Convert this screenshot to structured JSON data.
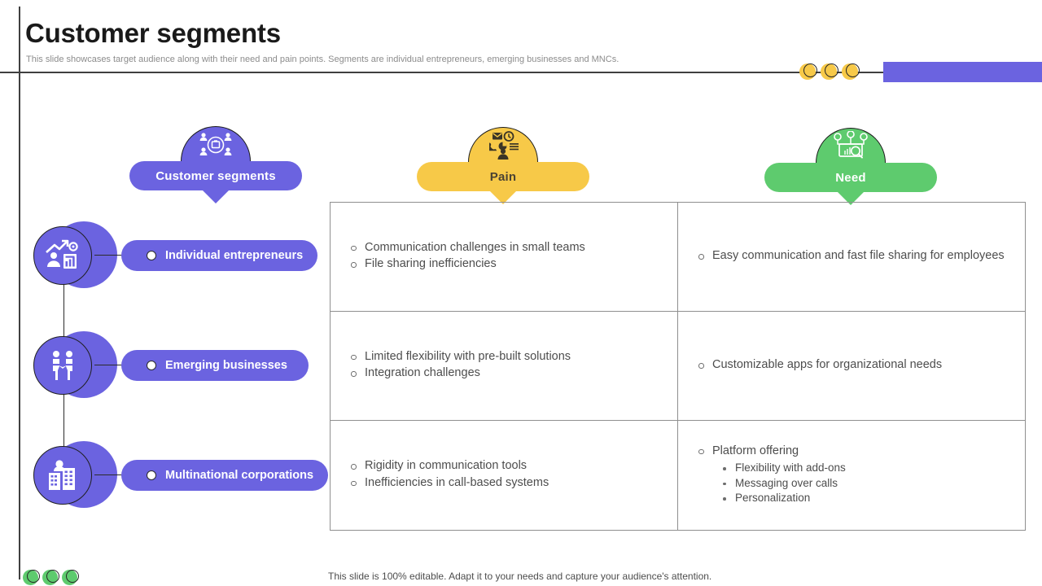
{
  "header": {
    "title": "Customer segments",
    "subtitle": "This slide showcases target audience along with their need and pain points. Segments are individual entrepreneurs, emerging businesses and MNCs.",
    "decorative_dots": [
      "dot-1",
      "dot-2",
      "dot-3"
    ],
    "accent_bar_color": "#6b63e0"
  },
  "columns": {
    "segments": {
      "label": "Customer segments",
      "color": "#6b63e0",
      "icon": "people-network-icon"
    },
    "pain": {
      "label": "Pain",
      "color": "#f7c948",
      "icon": "communication-problems-icon"
    },
    "need": {
      "label": "Need",
      "color": "#5ecb6e",
      "icon": "dashboard-search-icon"
    }
  },
  "segments": [
    {
      "label": "Individual entrepreneurs",
      "icon": "growth-chart-person-icon"
    },
    {
      "label": "Emerging businesses",
      "icon": "handshake-icon"
    },
    {
      "label": "Multinational corporations",
      "icon": "corporate-buildings-icon"
    }
  ],
  "matrix": [
    {
      "pain": [
        "Communication challenges in small teams",
        "File sharing inefficiencies"
      ],
      "need": [
        "Easy communication and fast file sharing for employees"
      ],
      "need_sub": []
    },
    {
      "pain": [
        "Limited flexibility with pre-built solutions",
        "Integration challenges"
      ],
      "need": [
        "Customizable apps for organizational needs"
      ],
      "need_sub": []
    },
    {
      "pain": [
        "Rigidity in communication tools",
        "Inefficiencies in call-based systems"
      ],
      "need": [
        "Platform offering"
      ],
      "need_sub": [
        "Flexibility with add-ons",
        "Messaging over calls",
        "Personalization"
      ]
    }
  ],
  "footer": {
    "note": "This slide is 100% editable. Adapt it to your needs and capture your audience's attention.",
    "dots": [
      "dot-1",
      "dot-2",
      "dot-3"
    ],
    "dot_color": "#5ecb6e"
  }
}
